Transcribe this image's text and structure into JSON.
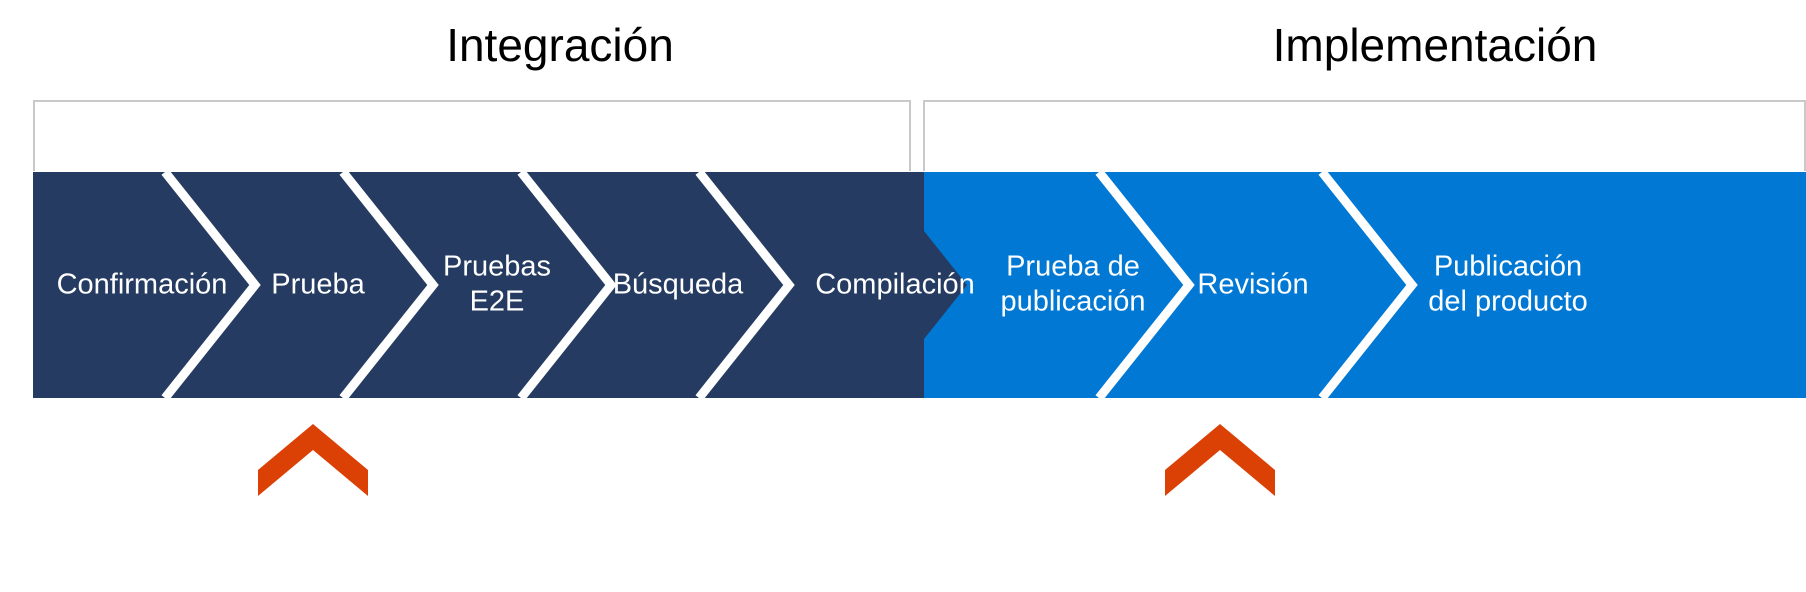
{
  "diagram": {
    "type": "process-chevron-pipeline",
    "background_color": "#ffffff",
    "phases": [
      {
        "id": "integracion",
        "label": "Integración",
        "color": "#253B61",
        "step_count": 5
      },
      {
        "id": "implementacion",
        "label": "Implementación",
        "color": "#0078D4",
        "step_count": 3
      }
    ],
    "steps": [
      {
        "label": "Confirmación",
        "phase": 0,
        "color": "#253B61",
        "text_color": "#ffffff"
      },
      {
        "label": "Prueba",
        "phase": 0,
        "color": "#253B61",
        "text_color": "#ffffff"
      },
      {
        "label": "Pruebas\nE2E",
        "phase": 0,
        "color": "#253B61",
        "text_color": "#ffffff"
      },
      {
        "label": "Búsqueda",
        "phase": 0,
        "color": "#253B61",
        "text_color": "#ffffff"
      },
      {
        "label": "Compilación",
        "phase": 0,
        "color": "#253B61",
        "text_color": "#ffffff"
      },
      {
        "label": "Prueba de\npublicación",
        "phase": 1,
        "color": "#0078D4",
        "text_color": "#ffffff"
      },
      {
        "label": "Revisión",
        "phase": 1,
        "color": "#0078D4",
        "text_color": "#ffffff"
      },
      {
        "label": "Publicación\ndel producto",
        "phase": 1,
        "color": "#0078D4",
        "text_color": "#ffffff"
      }
    ],
    "markers": [
      {
        "id": "marker-integracion",
        "points_to_step": 1,
        "shape": "chevron-up",
        "color": "#DB4005"
      },
      {
        "id": "marker-implementacion",
        "points_to_step": 6,
        "shape": "chevron-up",
        "color": "#DB4005"
      }
    ],
    "colors": {
      "phase_1_fill": "#253B61",
      "phase_2_fill": "#0078D4",
      "marker_fill": "#DB4005",
      "bracket_stroke": "#c9c9c9",
      "separator_stroke": "#ffffff",
      "title_text": "#000000",
      "step_text": "#ffffff"
    }
  }
}
